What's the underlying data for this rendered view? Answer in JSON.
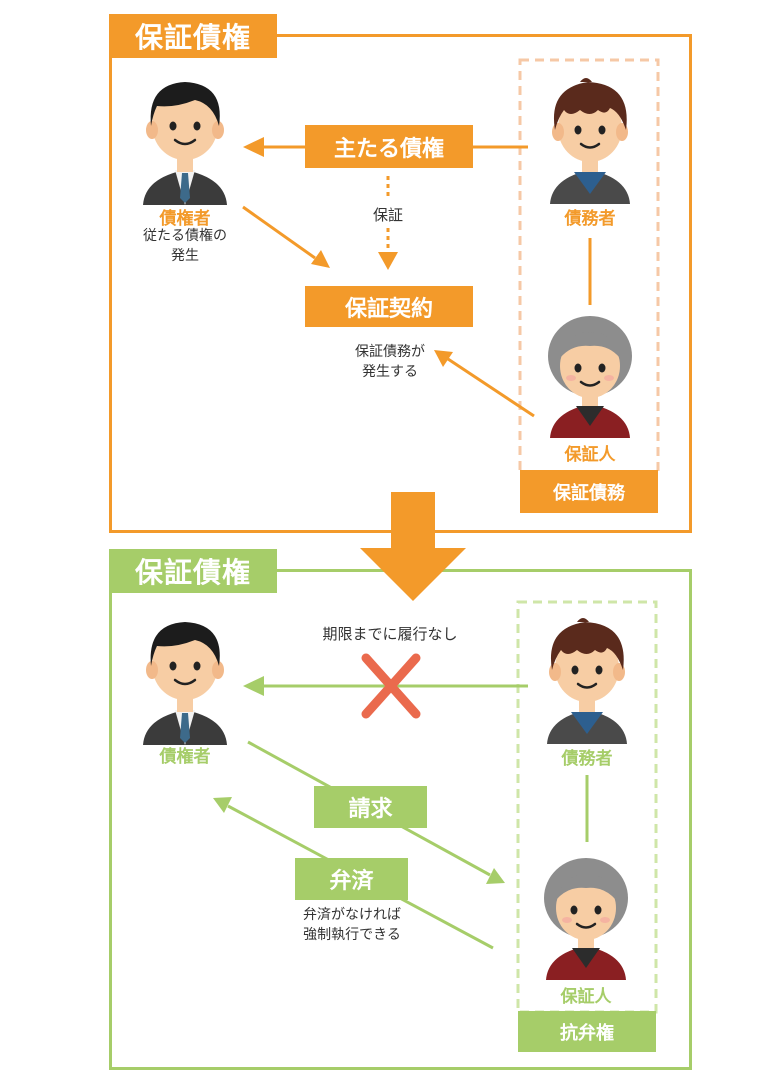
{
  "colors": {
    "orange": "#f39a2a",
    "orange_light": "#f6c8a6",
    "green": "#a6cd69",
    "green_light": "#cfe6a8",
    "cross": "#ea6a4d"
  },
  "top": {
    "title": "保証債権",
    "creditor": {
      "label": "債権者",
      "note": [
        "従たる債権の",
        "発生"
      ],
      "icon": "businessman-icon"
    },
    "debtor": {
      "label": "債務者",
      "icon": "young-man-icon"
    },
    "guarantor": {
      "label": "保証人",
      "icon": "elderly-woman-icon"
    },
    "main_claim": "主たる債権",
    "guarantee_label": "保証",
    "contract": "保証契約",
    "contract_note": [
      "保証債務が",
      "発生する"
    ],
    "obligation_box": "保証債務"
  },
  "bottom": {
    "title": "保証債権",
    "creditor": {
      "label": "債権者",
      "icon": "businessman-icon"
    },
    "debtor": {
      "label": "債務者",
      "icon": "young-man-icon"
    },
    "guarantor": {
      "label": "保証人",
      "icon": "elderly-woman-icon"
    },
    "default_note": "期限までに履行なし",
    "request": "請求",
    "payment": "弁済",
    "payment_note": [
      "弁済がなければ",
      "強制執行できる"
    ],
    "defense_box": "抗弁権"
  }
}
